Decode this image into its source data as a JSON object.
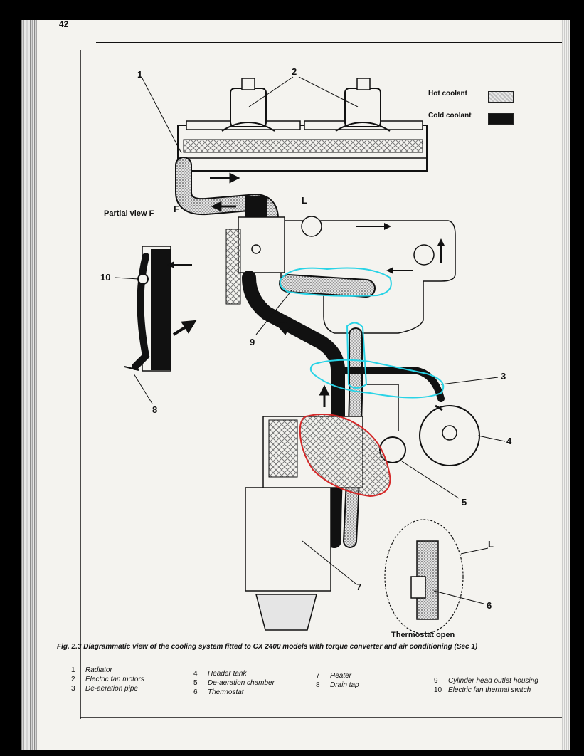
{
  "page_number": "42",
  "legend": [
    {
      "label": "Hot coolant",
      "kind": "hot"
    },
    {
      "label": "Cold coolant",
      "kind": "cold"
    }
  ],
  "callouts": [
    "1",
    "2",
    "3",
    "4",
    "5",
    "6",
    "7",
    "8",
    "9",
    "10",
    "L",
    "F"
  ],
  "partial_view_title": "Partial view F",
  "detail_label": "Thermostat open",
  "caption": "Fig. 2.3 Diagrammatic view of the cooling system fitted to CX 2400 models with torque converter and air conditioning (Sec 1)",
  "key": [
    {
      "num": "1",
      "text": "Radiator"
    },
    {
      "num": "2",
      "text": "Electric fan motors"
    },
    {
      "num": "3",
      "text": "De-aeration pipe"
    },
    {
      "num": "4",
      "text": "Header tank"
    },
    {
      "num": "5",
      "text": "De-aeration chamber"
    },
    {
      "num": "6",
      "text": "Thermostat"
    },
    {
      "num": "7",
      "text": "Heater"
    },
    {
      "num": "8",
      "text": "Drain tap"
    },
    {
      "num": "9",
      "text": "Cylinder head outlet housing"
    },
    {
      "num": "10",
      "text": "Electric fan thermal switch"
    }
  ],
  "colors": {
    "hot_fill": "#cfcfcf",
    "cold_fill": "#111111",
    "annotation_cyan": "#29d3e6",
    "annotation_red": "#d42020"
  }
}
